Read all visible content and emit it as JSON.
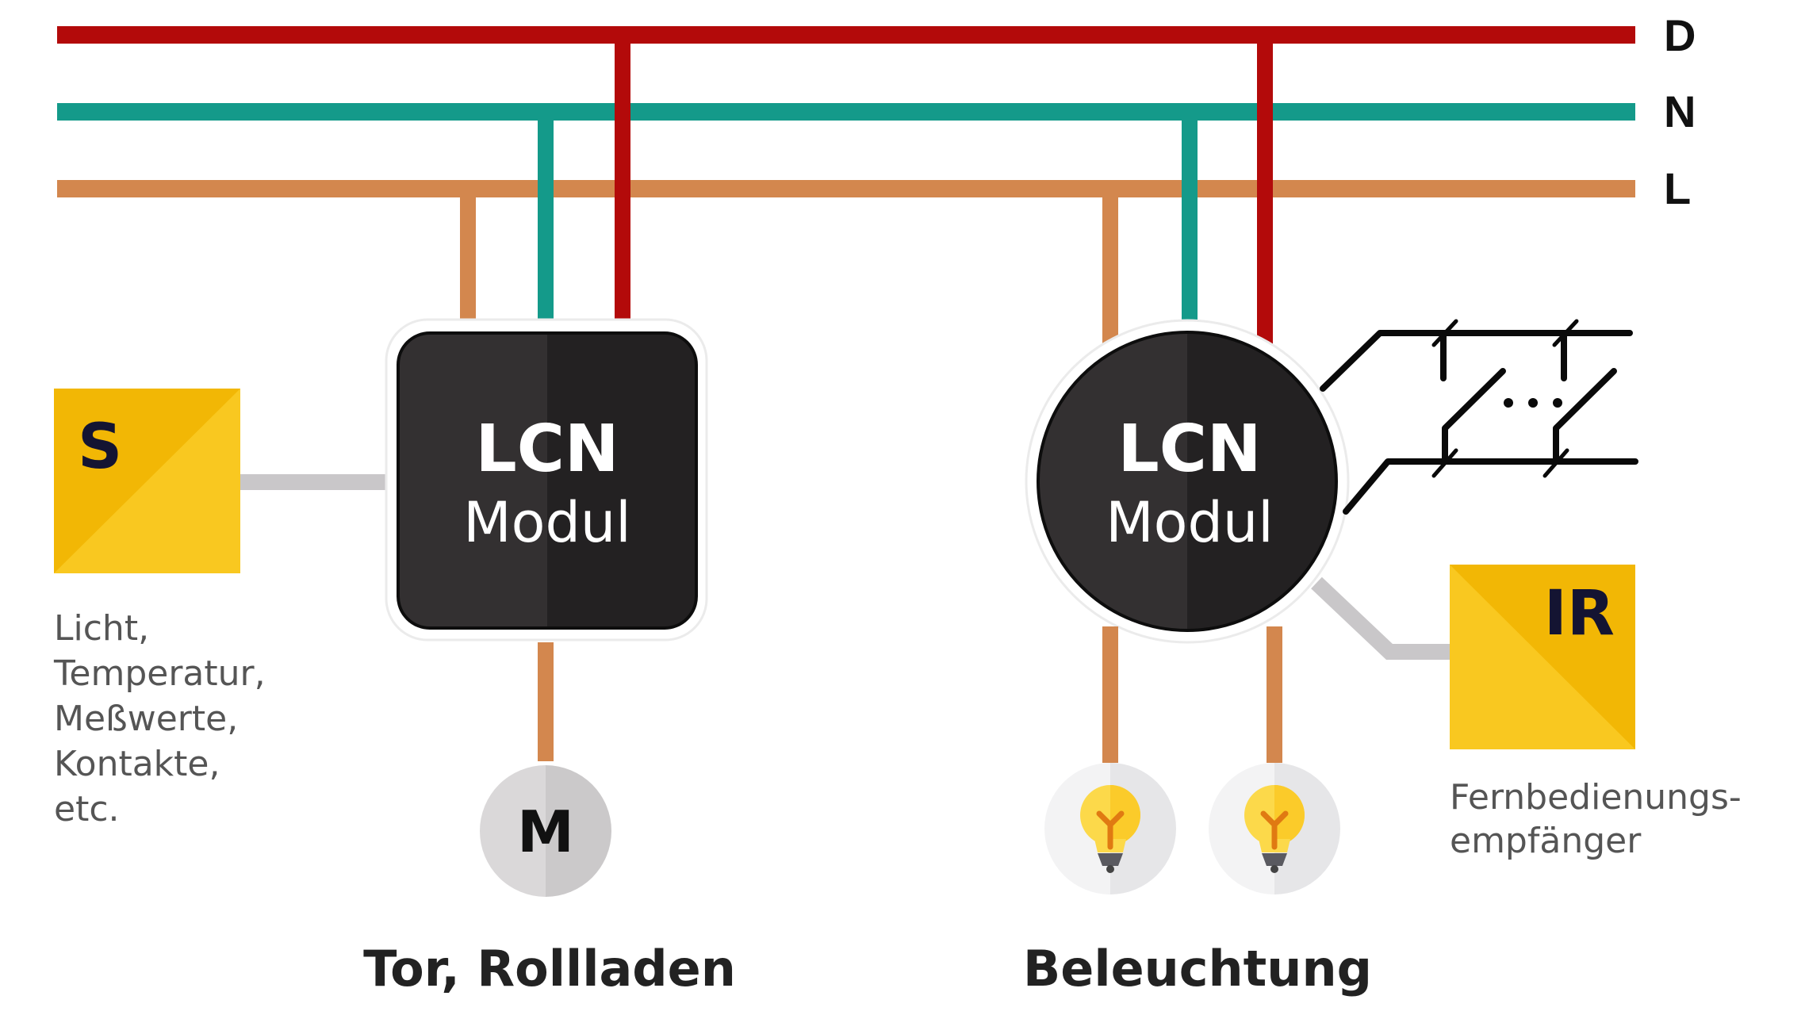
{
  "diagram": {
    "title": "LCN bus wiring overview",
    "buses": [
      {
        "id": "D",
        "label": "D",
        "color": "#B30A0A"
      },
      {
        "id": "N",
        "label": "N",
        "color": "#149A8A"
      },
      {
        "id": "L",
        "label": "L",
        "color": "#D3874E"
      }
    ],
    "modules": [
      {
        "shape": "rounded-square",
        "title": "LCN",
        "subtitle": "Modul"
      },
      {
        "shape": "circle",
        "title": "LCN",
        "subtitle": "Modul"
      }
    ],
    "sensor": {
      "letter": "S",
      "description_lines": [
        "Licht,",
        "Temperatur,",
        "Meßwerte,",
        "Kontakte,",
        "etc."
      ]
    },
    "ir_receiver": {
      "letter": "IR",
      "description_lines": [
        "Fernbedienungs-",
        "empfänger"
      ]
    },
    "motor": {
      "letter": "M",
      "icon": "motor-icon"
    },
    "bulbs": [
      {
        "icon": "lightbulb-icon"
      },
      {
        "icon": "lightbulb-icon"
      }
    ],
    "switches": {
      "count_shown": 2,
      "ellipsis": "..."
    },
    "captions": {
      "left": "Tor, Rollladen",
      "right": "Beleuchtung"
    },
    "colors": {
      "module_dark_left": "#333031",
      "module_dark_right": "#232122",
      "yellow_dark": "#F2B705",
      "yellow_light": "#F9C820",
      "connector_gray": "#C9C7C9",
      "motor_left": "#DAD8D9",
      "motor_right": "#CBC9CA"
    }
  }
}
